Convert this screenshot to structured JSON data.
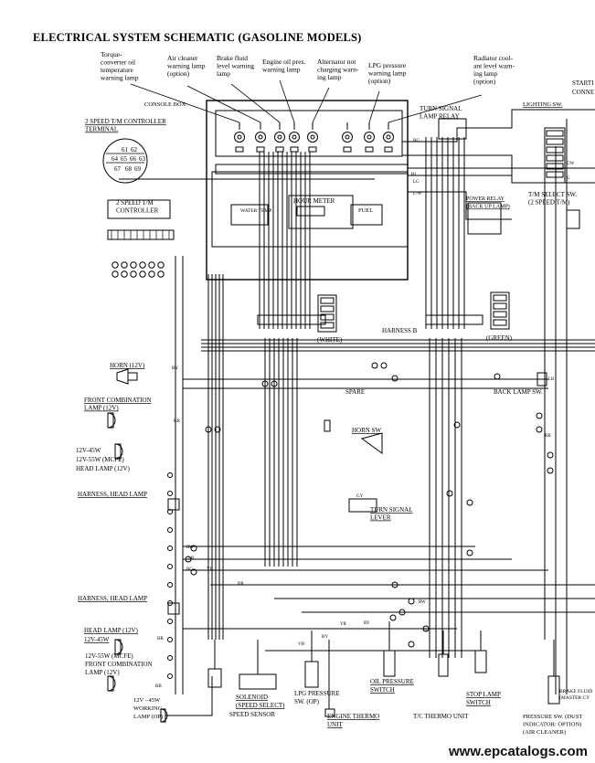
{
  "title": "ELECTRICAL SYSTEM SCHEMATIC (GASOLINE MODELS)",
  "watermark": "www.epcatalogs.com",
  "labels": {
    "torque_converter": [
      "Torque-",
      "converter oil",
      "temperature",
      "warning lamp"
    ],
    "air_cleaner": [
      "Air cleaner",
      "warning lamp",
      "(option)"
    ],
    "brake_fluid": [
      "Brake fluid",
      "level warning",
      "lamp"
    ],
    "engine_oil": [
      "Engine oil pres.",
      "warning lamp"
    ],
    "alternator": [
      "Alternator not",
      "charging warn-",
      "ing lamp"
    ],
    "lpg_pressure": [
      "LPG pressure",
      "warning lamp",
      "(option)"
    ],
    "radiator": [
      "Radiator cool-",
      "ant level warn-",
      "ing lamp",
      "(option)"
    ],
    "console_box": "CONSOLE BOX",
    "lighting_sw": "LIGHTING SW.",
    "starting": "STARTI",
    "connector": "CONNE",
    "turn_signal_relay": [
      "TURN SIGNAL",
      "LAMP RELAY"
    ],
    "speed_controller_terminal": [
      "2 SPEED T/M CONTROLLER",
      "TERMINAL"
    ],
    "speed_controller": [
      "2 SPEED T/M",
      "CONTROLLER"
    ],
    "hour_meter": "HOUR METER",
    "water_temp": "WATER TEMP",
    "fuel": "FUEL",
    "power_relay": [
      "POWER RELAY",
      "(BACK UP LAMP)"
    ],
    "tm_select": [
      "T/M SELECT SW.",
      "(2 SPEED T/M)"
    ],
    "white": "(WHITE)",
    "green": "(GREEN)",
    "harness_b": "HARNESS B",
    "horn": "HORN (12V)",
    "back_lamp_sw": "BACK LAMP SW.",
    "spare": "SPARE",
    "front_combination_lamp_top": [
      "FRONT COMBINATION",
      "LAMP (12V)"
    ],
    "horn_sw": "HORN SW",
    "head_lamp_top": [
      "12V-45W",
      "12V-55W (MCFE)",
      "HEAD LAMP (12V)"
    ],
    "harness_head_lamp_1": "HARNESS, HEAD LAMP",
    "turn_signal_lever": [
      "TURN SIGNAL",
      "LEVER"
    ],
    "harness_head_lamp_2": "HARNESS, HEAD LAMP",
    "head_lamp_bottom": [
      "HEAD LAMP (12V)",
      "12V-45W"
    ],
    "front_combination_lamp_bottom": [
      "12V-55W (MCFE)",
      "FRONT COMBINATION",
      "LAMP (12V)"
    ],
    "working_lamp": [
      "12V - 45W",
      "WORKING",
      "LAMP (OP)"
    ],
    "solenoid": [
      "SOLENOID",
      "(SPEED SELECT)"
    ],
    "speed_sensor": "SPEED SENSOR",
    "lpg_pressure_sw": [
      "LPG PRESSURE",
      "SW. (OP)"
    ],
    "oil_pressure_switch": [
      "OIL PRESSURE",
      "SWITCH"
    ],
    "engine_thermo": [
      "ENGINE THERMO",
      "UNIT"
    ],
    "tc_thermo": "T/C THERMO UNIT",
    "stop_lamp": [
      "STOP LAMP",
      "SWITCH"
    ],
    "pressure_sw": [
      "PRESSURE SW. (DUST",
      "INDICATOR: OPTION)",
      "(AIR CLEANER)"
    ],
    "brake_fluid_right": [
      "BRAKE FLUID",
      "(MASTER CY"
    ]
  },
  "connector_pins": [
    "61",
    "62",
    "64",
    "65",
    "66",
    "63",
    "67",
    "68",
    "69"
  ],
  "wire_codes": [
    "RG",
    "L-W",
    "LG",
    "RL",
    "GW",
    "G",
    "RB",
    "RW",
    "RG",
    "BR",
    "YR",
    "RY",
    "YG",
    "BY",
    "VB",
    "BY",
    "GR",
    "LR",
    "YB",
    "GY",
    "BR",
    "RB",
    "RW",
    "LB"
  ]
}
